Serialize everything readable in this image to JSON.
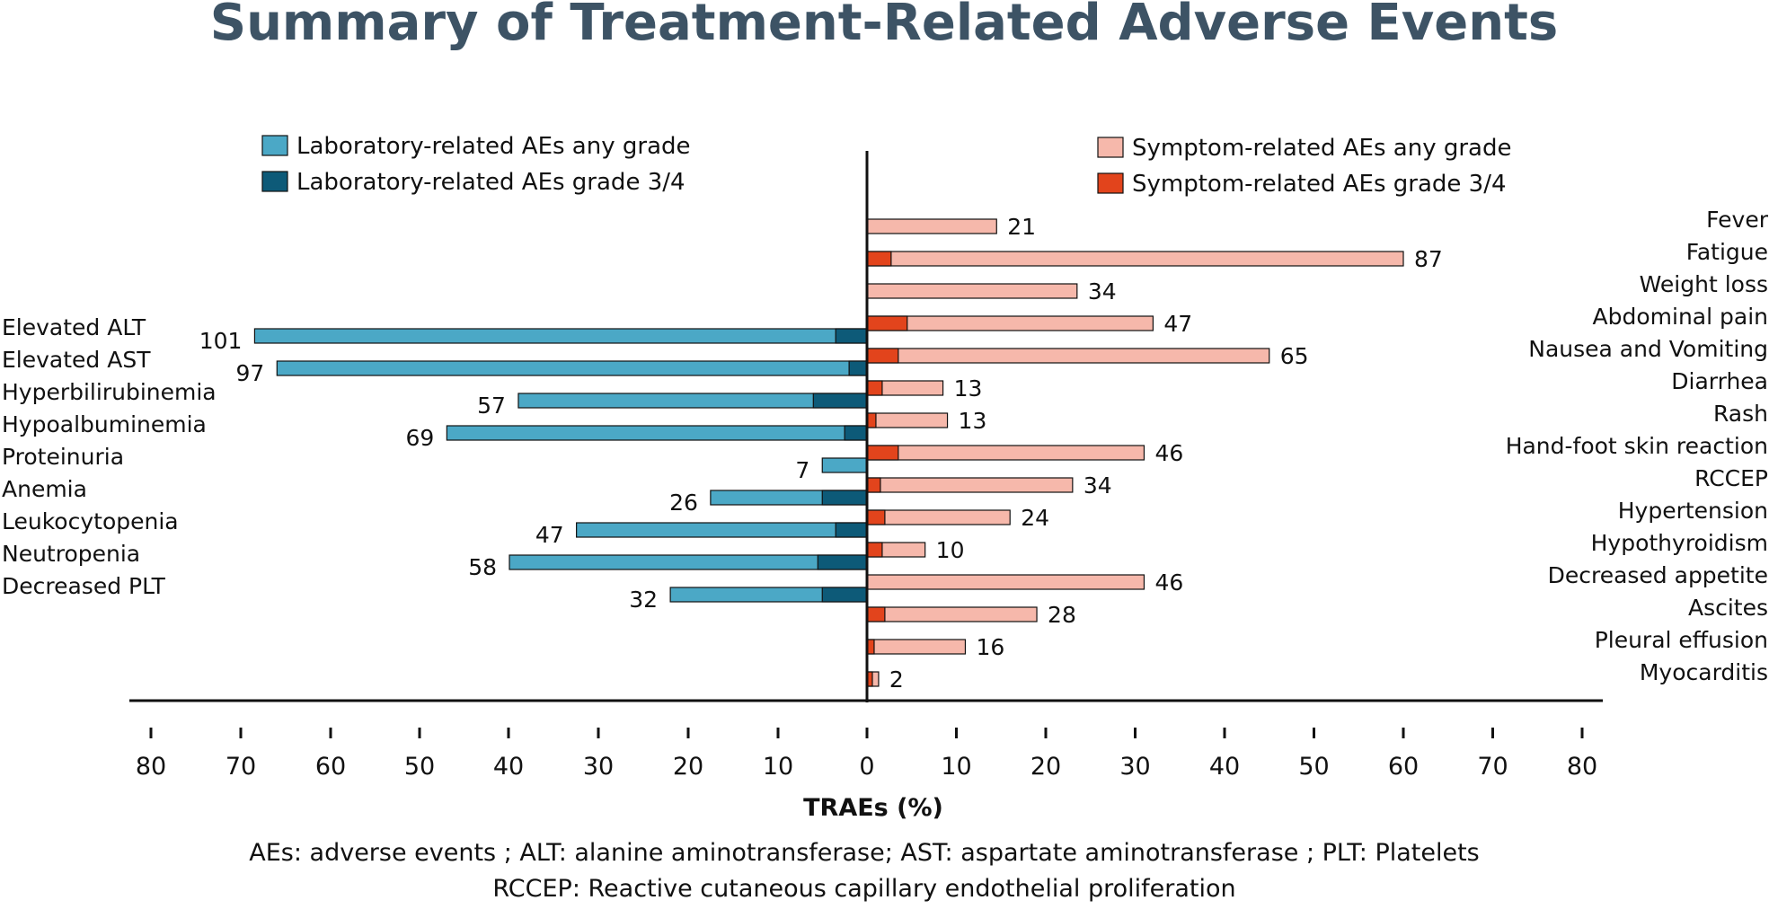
{
  "title": "Summary of Treatment-Related Adverse Events",
  "legend_left": [
    {
      "label": "Laboratory-related  AEs any grade",
      "color": "#4ba8c6"
    },
    {
      "label": "Laboratory-related  AEs grade 3/4",
      "color": "#0d5a78"
    }
  ],
  "legend_right": [
    {
      "label": "Symptom-related AEs any grade",
      "color": "#f6b8ab"
    },
    {
      "label": "Symptom-related AEs grade 3/4",
      "color": "#e2441c"
    }
  ],
  "axis_title": "TRAEs (%)",
  "footnote": [
    "AEs: adverse events ; ALT: alanine aminotransferase; AST: aspartate aminotransferase ; PLT: Platelets",
    "RCCEP: Reactive cutaneous capillary endothelial proliferation"
  ],
  "chart_data": {
    "type": "bar",
    "orientation": "horizontal-butterfly",
    "title": "Summary of Treatment-Related Adverse Events",
    "xlabel": "TRAEs (%)",
    "xlim": [
      -80,
      80
    ],
    "xticks_left": [
      "80",
      "70",
      "60",
      "50",
      "40",
      "30",
      "20",
      "10"
    ],
    "xticks_right": [
      "0",
      "10",
      "20",
      "30",
      "40",
      "50",
      "60",
      "70",
      "80"
    ],
    "left": {
      "categories": [
        "Elevated ALT",
        "Elevated AST",
        "Hyperbilirubinemia",
        "Hypoalbuminemia",
        "Proteinuria",
        "Anemia",
        "Leukocytopenia",
        "Neutropenia",
        "Decreased PLT"
      ],
      "series": [
        {
          "name": "Laboratory-related  AEs any grade",
          "values": [
            68.5,
            66,
            39,
            47,
            5,
            17.5,
            32.5,
            40,
            22
          ]
        },
        {
          "name": "Laboratory-related  AEs grade 3/4",
          "values": [
            3.5,
            2,
            6,
            2.5,
            0,
            5,
            3.5,
            5.5,
            5
          ]
        }
      ],
      "data_labels": [
        "101",
        "97",
        "57",
        "69",
        "7",
        "26",
        "47",
        "58",
        "32"
      ]
    },
    "right": {
      "categories": [
        "Fever",
        "Fatigue",
        "Weight loss",
        "Abdominal pain",
        "Nausea and Vomiting",
        "Diarrhea",
        "Rash",
        "Hand-foot skin reaction",
        "RCCEP",
        "Hypertension",
        "Hypothyroidism",
        "Decreased appetite",
        "Ascites",
        "Pleural effusion",
        "Myocarditis"
      ],
      "series": [
        {
          "name": "Symptom-related AEs any grade",
          "values": [
            14.5,
            60,
            23.5,
            32,
            45,
            8.5,
            9,
            31,
            23,
            16,
            6.5,
            31,
            19,
            11,
            1.3
          ]
        },
        {
          "name": "Symptom-related AEs grade 3/4",
          "values": [
            0,
            2.7,
            0,
            4.5,
            3.5,
            1.7,
            1,
            3.5,
            1.5,
            2,
            1.7,
            0,
            2,
            0.8,
            0.6
          ]
        }
      ],
      "data_labels": [
        "21",
        "87",
        "34",
        "47",
        "65",
        "13",
        "13",
        "46",
        "34",
        "24",
        "10",
        "46",
        "28",
        "16",
        "2"
      ]
    },
    "grid": false,
    "legend": "top-left and top-right"
  }
}
